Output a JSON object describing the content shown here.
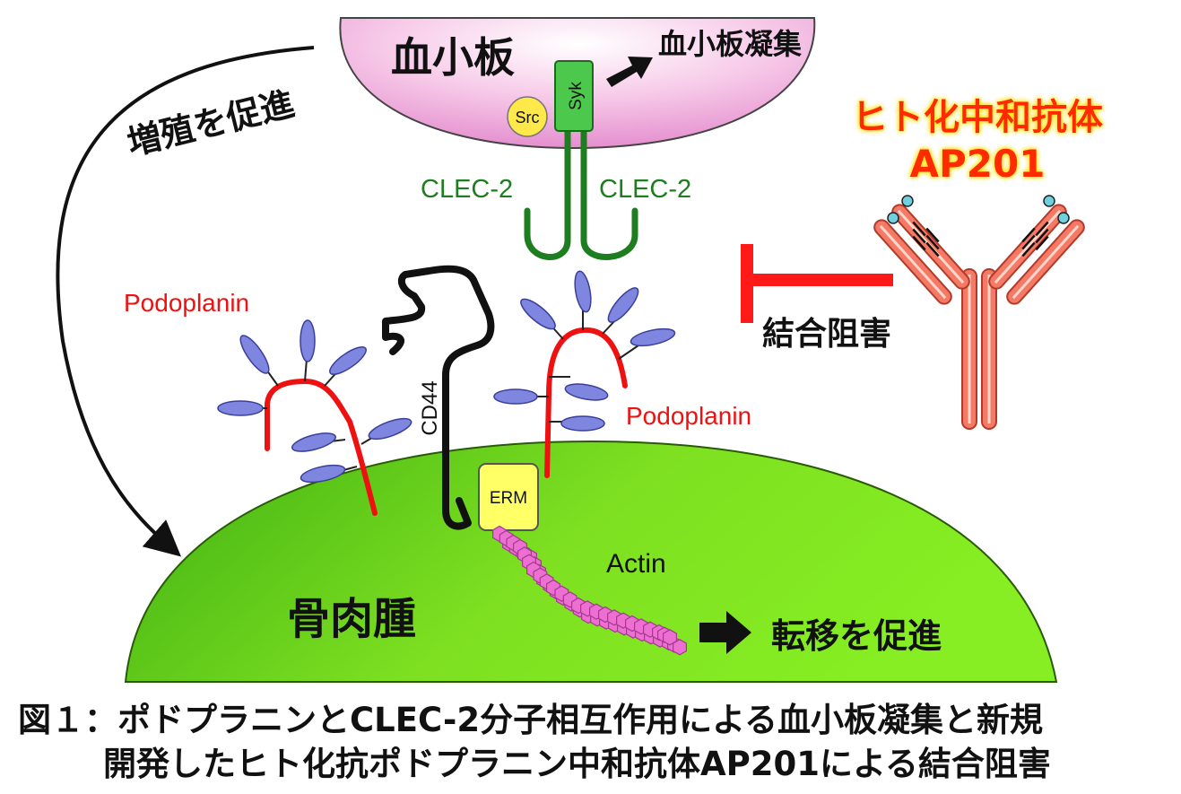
{
  "colors": {
    "platelet_fill": "#f4b6e0",
    "osteosarcoma_fill": "#6fd31c",
    "clec2": "#1e7d1e",
    "syk": "#4cc84c",
    "src": "#ffe84a",
    "erm": "#ffff66",
    "podoplanin": "#ee1111",
    "glycan": "#7f86e0",
    "antibody": "#f47a66",
    "antibody_label": "#ff2a00",
    "actin": "#ee6fd2",
    "block": "#ff1a1a",
    "cd44": "#111111"
  },
  "labels": {
    "platelet": "血小板",
    "aggregation": "血小板凝集",
    "src": "Src",
    "syk": "Syk",
    "clec2_left": "CLEC-2",
    "clec2_right": "CLEC-2",
    "proliferation": "増殖を促進",
    "antibody_line1": "ヒト化中和抗体",
    "antibody_line2": "AP201",
    "binding_inhibition": "結合阻害",
    "podoplanin_left": "Podoplanin",
    "podoplanin_right": "Podoplanin",
    "cd44": "CD44",
    "erm": "ERM",
    "actin": "Actin",
    "osteosarcoma": "骨肉腫",
    "metastasis": "転移を促進"
  },
  "caption": {
    "line1": "図１：ポドプラニンとCLEC-2分子相互作用による血小板凝集と新規",
    "line2": "開発したヒト化抗ポドプラニン中和抗体AP201による結合阻害"
  }
}
